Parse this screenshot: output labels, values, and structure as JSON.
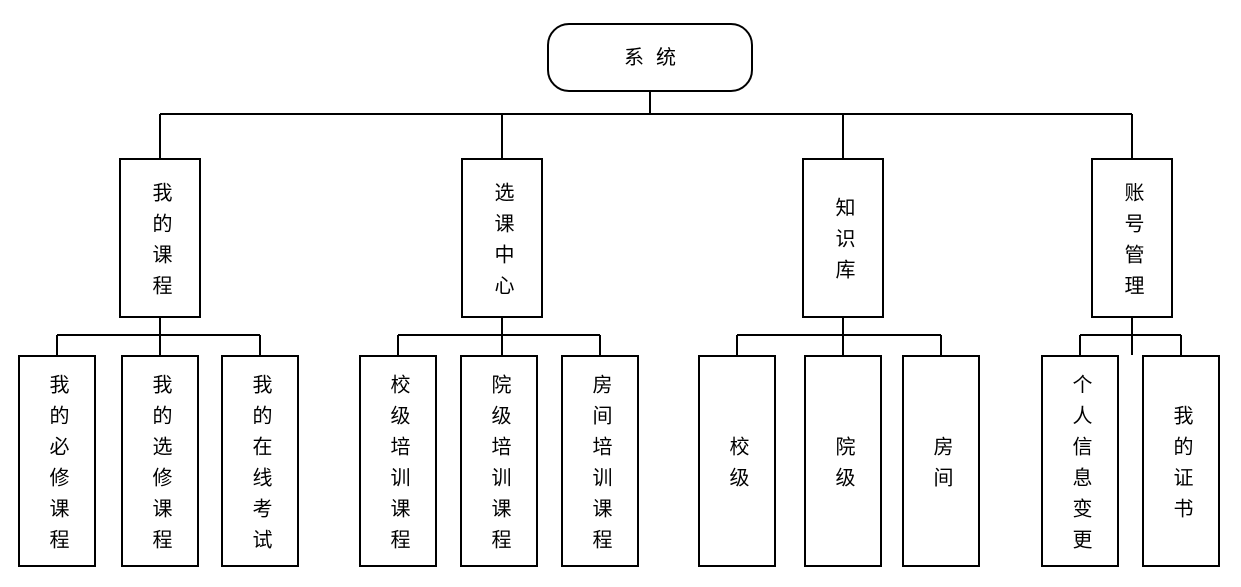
{
  "diagram": {
    "title": "system-function-structure-chart",
    "colors": {
      "line": "#000000",
      "background": "#ffffff",
      "text": "#000000"
    },
    "root": {
      "label": "系统"
    },
    "branches": [
      {
        "label": "我的课程",
        "children": [
          {
            "label": "我的必修课程"
          },
          {
            "label": "我的选修课程"
          },
          {
            "label": "我的在线考试"
          }
        ]
      },
      {
        "label": "选课中心",
        "children": [
          {
            "label": "校级培训课程"
          },
          {
            "label": "院级培训课程"
          },
          {
            "label": "房间培训课程"
          }
        ]
      },
      {
        "label": "知识库",
        "children": [
          {
            "label": "校级"
          },
          {
            "label": "院级"
          },
          {
            "label": "房间"
          }
        ]
      },
      {
        "label": "账号管理",
        "children": [
          {
            "label": "个人信息变更"
          },
          {
            "label": "我的证书"
          }
        ]
      }
    ]
  }
}
